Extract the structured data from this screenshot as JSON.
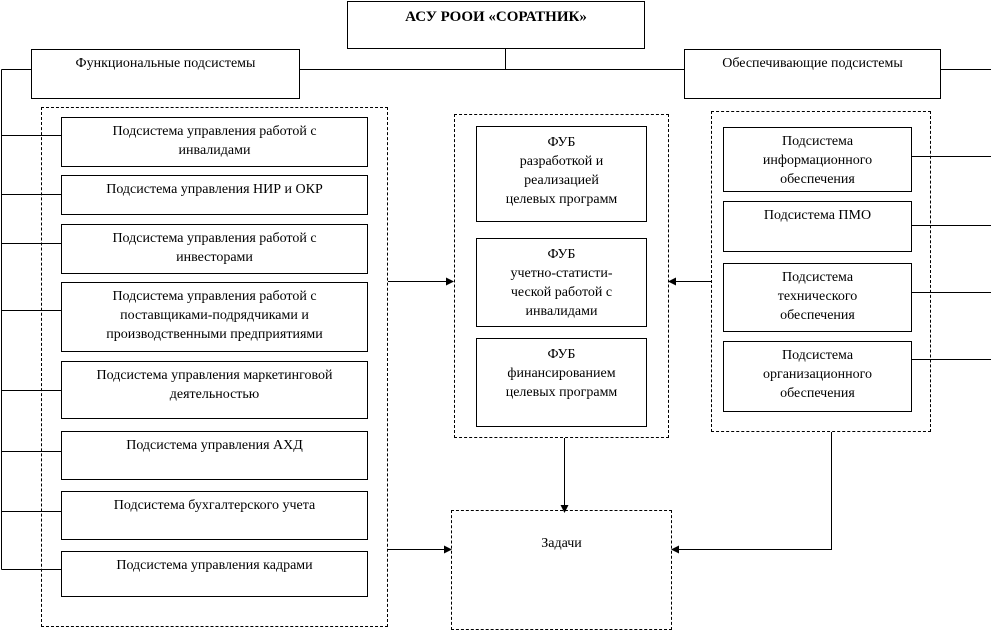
{
  "root": {
    "title": "АСУ РООИ «СОРАТНИК»"
  },
  "functional": {
    "header": "Функциональные подсистемы",
    "items": [
      {
        "label": "Подсистема управления работой с инвалидами"
      },
      {
        "label": "Подсистема управления НИР и ОКР"
      },
      {
        "label": "Подсистема управления работой с инвесторами"
      },
      {
        "label": "Подсистема управления работой с поставщиками-подрядчиками и производственными предприятиями"
      },
      {
        "label": "Подсистема управления маркетинговой деятельностью"
      },
      {
        "label": "Подсистема управления АХД"
      },
      {
        "label": "Подсистема бухгалтерского учета"
      },
      {
        "label": "Подсистема управления кадрами"
      }
    ]
  },
  "fub": {
    "items": [
      {
        "title": "ФУБ",
        "label": "разработкой и реализацией целевых программ"
      },
      {
        "title": "ФУБ",
        "label": "учетно-статисти-ческой работой с инвалидами"
      },
      {
        "title": "ФУБ",
        "label": "финансированием целевых программ"
      }
    ]
  },
  "support": {
    "header": "Обеспечивающие подсистемы",
    "items": [
      {
        "label": "Подсистема информационного обеспечения"
      },
      {
        "label": "Подсистема ПМО"
      },
      {
        "label": "Подсистема технического обеспечения"
      },
      {
        "label": "Подсистема организационного обеспечения"
      }
    ]
  },
  "tasks": {
    "label": "Задачи"
  }
}
